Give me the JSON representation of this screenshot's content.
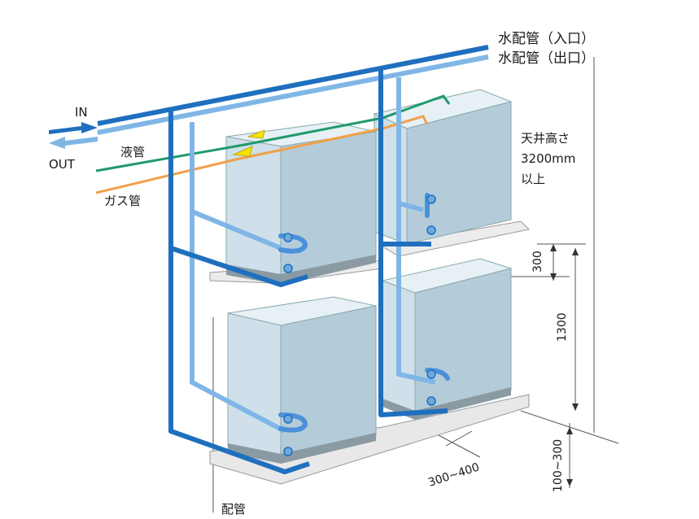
{
  "labels": {
    "water_in": "水配管（入口）",
    "water_out": "水配管（出口）",
    "in": "IN",
    "out": "OUT",
    "liquid_pipe": "液管",
    "gas_pipe": "ガス管",
    "ceiling_line1": "天井高さ",
    "ceiling_line2": "3200mm",
    "ceiling_line3": "以上",
    "bottom_partial": "配管"
  },
  "dimensions": {
    "d300": "300",
    "d1300": "1300",
    "d100_300": "100~300",
    "d300_400": "300~400"
  },
  "colors": {
    "water_in_pipe": "#1f6fbf",
    "water_out_pipe": "#7fb6e6",
    "connection_pipe": "#4a90d9",
    "liquid_pipe": "#1f9a6b",
    "gas_pipe": "#f0a04a",
    "unit_front": "#cfe0ea",
    "unit_side": "#b4ccda",
    "unit_top": "#e6f0f5",
    "unit_base": "#8a9aa3",
    "indicator": "#f2e600"
  }
}
